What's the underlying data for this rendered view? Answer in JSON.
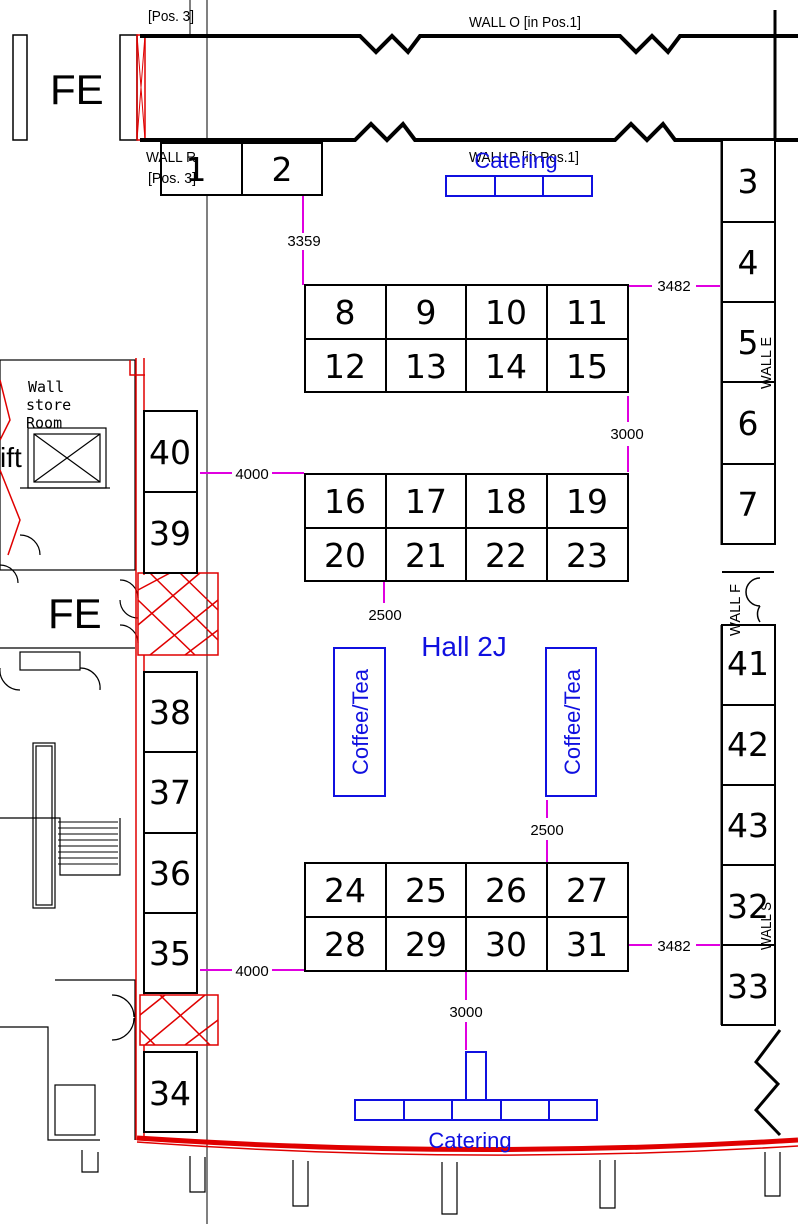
{
  "hall_name": "Hall 2J",
  "fe_labels": [
    "FE",
    "FE"
  ],
  "store_room": [
    "Wall",
    "store",
    "Room"
  ],
  "lift_label": "ift",
  "walls": {
    "wall_o": "WALL O [in Pos.1]",
    "wall_p": "WALL P [in Pos.1]",
    "wall_r_line1": "WALL R",
    "wall_r_line2": "[Pos. 3]",
    "pos3_top": "[Pos. 3]",
    "wall_e": "WALL E",
    "wall_f": "WALL F",
    "wall_s": "WALL S"
  },
  "catering": [
    "Catering",
    "Catering"
  ],
  "coffee_tea": [
    "Coffee/Tea",
    "Coffee/Tea"
  ],
  "dimensions": [
    "3359",
    "3482",
    "3000",
    "4000",
    "2500",
    "2500",
    "4000",
    "3482",
    "3000"
  ],
  "stands": {
    "s1": "1",
    "s2": "2",
    "s3": "3",
    "s4": "4",
    "s5": "5",
    "s6": "6",
    "s7": "7",
    "s8": "8",
    "s9": "9",
    "s10": "10",
    "s11": "11",
    "s12": "12",
    "s13": "13",
    "s14": "14",
    "s15": "15",
    "s16": "16",
    "s17": "17",
    "s18": "18",
    "s19": "19",
    "s20": "20",
    "s21": "21",
    "s22": "22",
    "s23": "23",
    "s24": "24",
    "s25": "25",
    "s26": "26",
    "s27": "27",
    "s28": "28",
    "s29": "29",
    "s30": "30",
    "s31": "31",
    "s32": "32",
    "s33": "33",
    "s34": "34",
    "s35": "35",
    "s36": "36",
    "s37": "37",
    "s38": "38",
    "s39": "39",
    "s40": "40",
    "s41": "41",
    "s42": "42",
    "s43": "43"
  },
  "colors": {
    "blue": "#1010e0",
    "magenta": "#e000e0",
    "red": "#e00000",
    "black": "#000000"
  }
}
